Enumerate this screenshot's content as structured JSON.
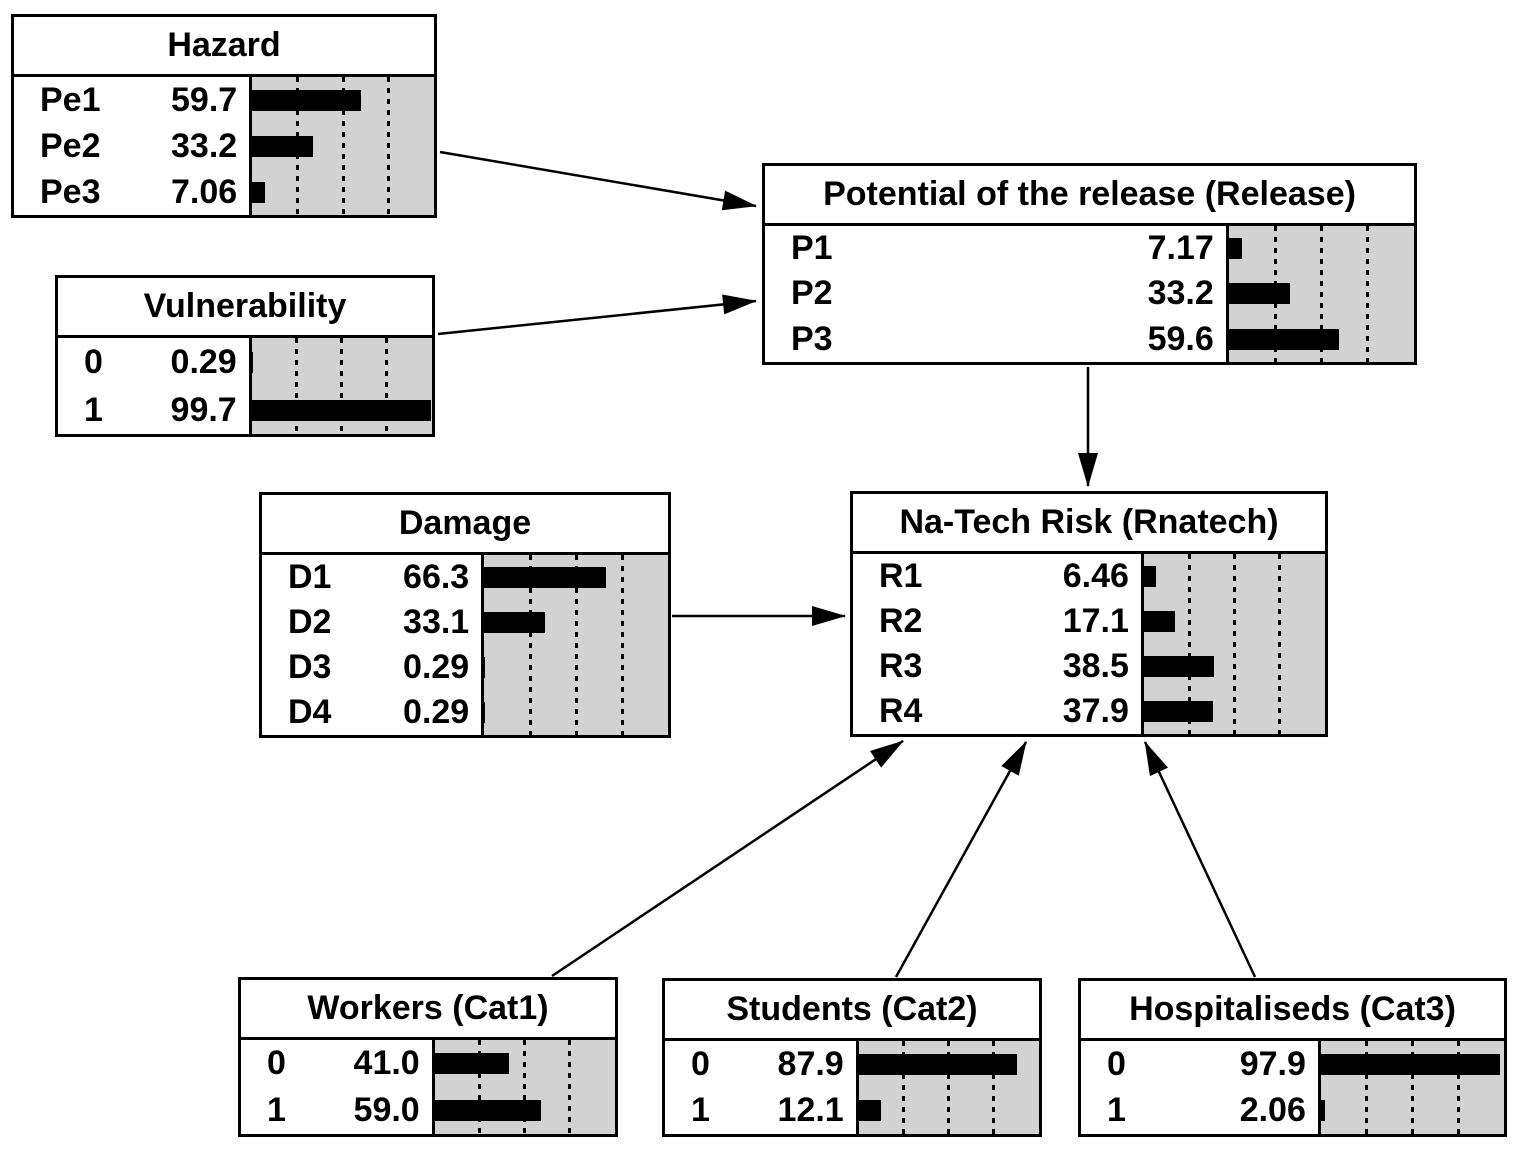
{
  "diagram": {
    "background": "#ffffff",
    "node_fill": "#ffffff",
    "border_color": "#000000",
    "bar_track_color": "#d2d2d2",
    "bar_fill_color": "#000000",
    "bar_scale_max": 100,
    "gridline_positions_pct": [
      25,
      50,
      75
    ]
  },
  "nodes": [
    {
      "id": "hazard",
      "title": "Hazard",
      "states": [
        {
          "label": "Pe1",
          "value": "59.7"
        },
        {
          "label": "Pe2",
          "value": "33.2"
        },
        {
          "label": "Pe3",
          "value": "7.06"
        }
      ]
    },
    {
      "id": "vulnerability",
      "title": "Vulnerability",
      "states": [
        {
          "label": "0",
          "value": "0.29"
        },
        {
          "label": "1",
          "value": "99.7"
        }
      ]
    },
    {
      "id": "release",
      "title": "Potential of the release (Release)",
      "states": [
        {
          "label": "P1",
          "value": "7.17"
        },
        {
          "label": "P2",
          "value": "33.2"
        },
        {
          "label": "P3",
          "value": "59.6"
        }
      ]
    },
    {
      "id": "damage",
      "title": "Damage",
      "states": [
        {
          "label": "D1",
          "value": "66.3"
        },
        {
          "label": "D2",
          "value": "33.1"
        },
        {
          "label": "D3",
          "value": "0.29"
        },
        {
          "label": "D4",
          "value": "0.29"
        }
      ]
    },
    {
      "id": "natech",
      "title": "Na-Tech Risk (Rnatech)",
      "states": [
        {
          "label": "R1",
          "value": "6.46"
        },
        {
          "label": "R2",
          "value": "17.1"
        },
        {
          "label": "R3",
          "value": "38.5"
        },
        {
          "label": "R4",
          "value": "37.9"
        }
      ]
    },
    {
      "id": "workers",
      "title": "Workers (Cat1)",
      "states": [
        {
          "label": "0",
          "value": "41.0"
        },
        {
          "label": "1",
          "value": "59.0"
        }
      ]
    },
    {
      "id": "students",
      "title": "Students (Cat2)",
      "states": [
        {
          "label": "0",
          "value": "87.9"
        },
        {
          "label": "1",
          "value": "12.1"
        }
      ]
    },
    {
      "id": "hospitaliseds",
      "title": "Hospitaliseds (Cat3)",
      "states": [
        {
          "label": "0",
          "value": "97.9"
        },
        {
          "label": "1",
          "value": "2.06"
        }
      ]
    }
  ],
  "edges": [
    {
      "from": "hazard",
      "to": "release"
    },
    {
      "from": "vulnerability",
      "to": "release"
    },
    {
      "from": "release",
      "to": "natech"
    },
    {
      "from": "damage",
      "to": "natech"
    },
    {
      "from": "workers",
      "to": "natech"
    },
    {
      "from": "students",
      "to": "natech"
    },
    {
      "from": "hospitaliseds",
      "to": "natech"
    }
  ]
}
